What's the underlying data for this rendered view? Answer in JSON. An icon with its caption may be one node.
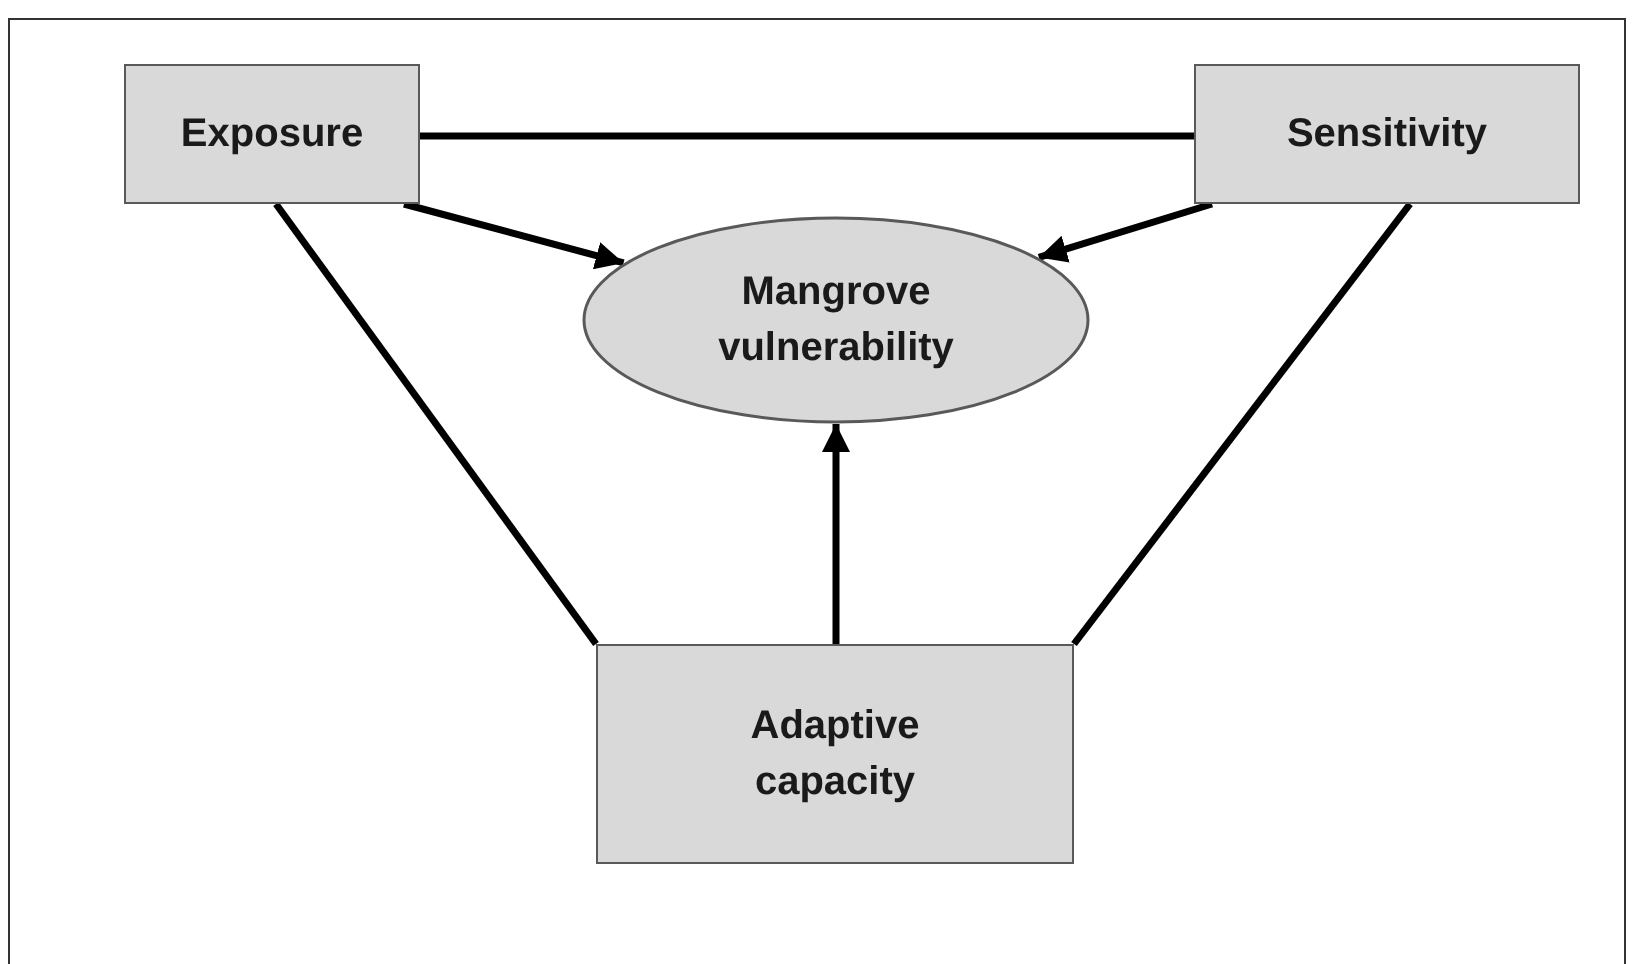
{
  "diagram": {
    "nodes": [
      {
        "text": [
          "Exposure"
        ]
      },
      {
        "text": [
          "Sensitivity"
        ]
      },
      {
        "text": [
          "Mangrove vulnerability"
        ]
      },
      {
        "text": [
          "Adaptive capacity"
        ]
      }
    ],
    "edges": [
      {
        "from": 0,
        "to": 1,
        "arrow": "none"
      },
      {
        "from": 0,
        "to": 2,
        "arrow": "to"
      },
      {
        "from": 1,
        "to": 2,
        "arrow": "to"
      },
      {
        "from": 3,
        "to": 2,
        "arrow": "to"
      },
      {
        "from": 0,
        "to": 3,
        "arrow": "none"
      },
      {
        "from": 1,
        "to": 3,
        "arrow": "none"
      }
    ]
  }
}
